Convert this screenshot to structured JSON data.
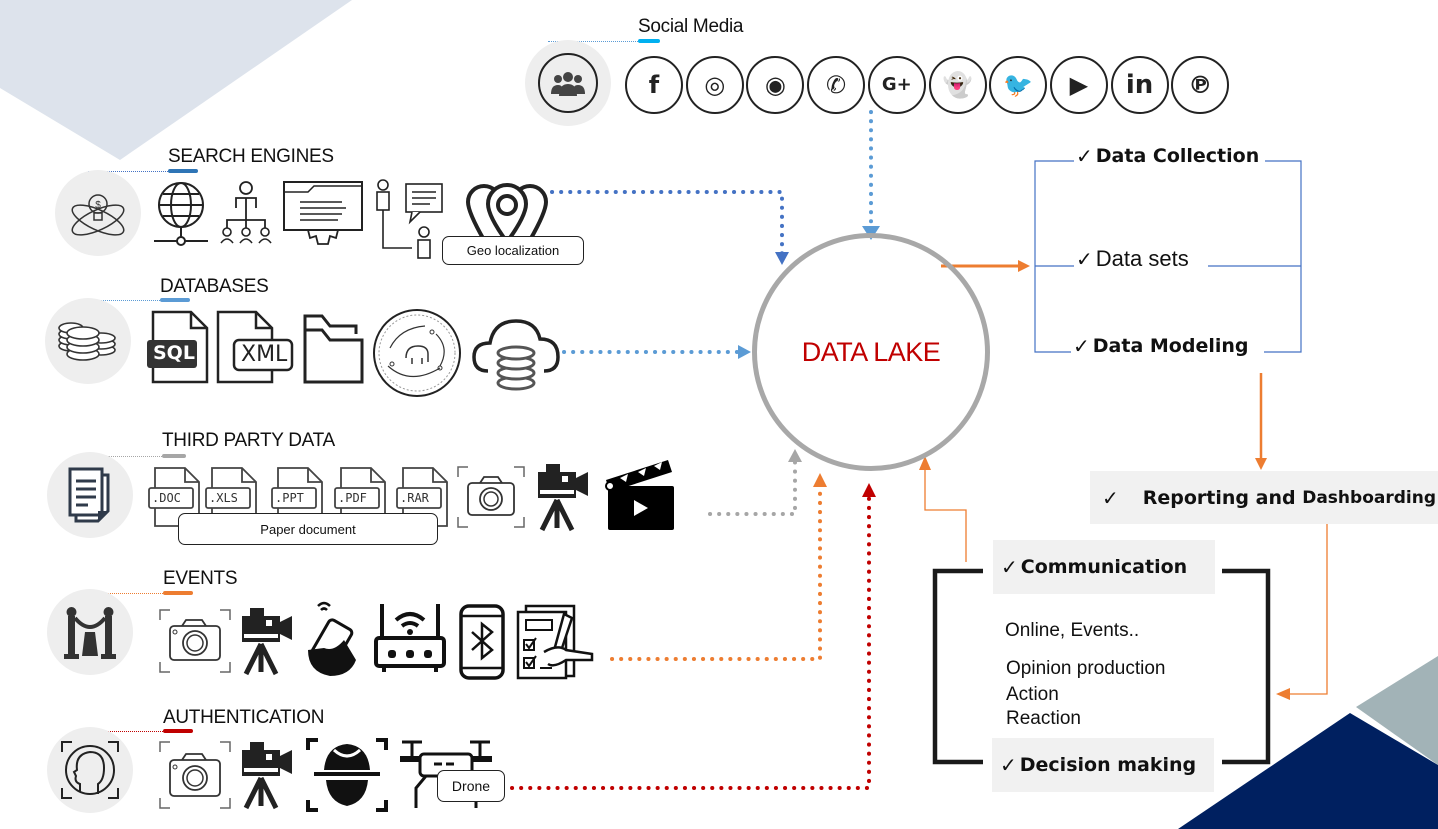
{
  "colors": {
    "search_blue": "#4472c4",
    "light_blue": "#5b9bd5",
    "gray": "#a6a6a6",
    "orange": "#ed7d31",
    "red": "#c00000",
    "navy": "#002060",
    "slate": "#a2b3b7",
    "pale": "#dde3ec"
  },
  "social_media": {
    "title": "Social Media",
    "icons": [
      "facebook-icon",
      "instagram-icon",
      "chrome-icon",
      "whatsapp-icon",
      "google-plus-icon",
      "snapchat-icon",
      "twitter-icon",
      "youtube-icon",
      "linkedin-icon",
      "pinterest-icon"
    ],
    "glyphs": [
      "f",
      "◎",
      "◉",
      "✆",
      "G+",
      "👻",
      "🐦",
      "▶",
      "in",
      "℗"
    ]
  },
  "sections": {
    "search": {
      "title": "SEARCH ENGINES",
      "box_label": "Geo localization"
    },
    "databases": {
      "title": "DATABASES",
      "sql": "SQL",
      "xml": "XML"
    },
    "third_party": {
      "title": "THIRD PARTY DATA",
      "box_label": "Paper document",
      "files": [
        ".DOC",
        ".XLS",
        ".PPT",
        ".PDF",
        ".RAR"
      ]
    },
    "events": {
      "title": "EVENTS"
    },
    "authentication": {
      "title": "AUTHENTICATION",
      "box_label": "Drone"
    }
  },
  "center": {
    "label": "DATA LAKE"
  },
  "pipeline": {
    "check": "✓",
    "data_collection": "Data Collection",
    "data_sets": "Data sets",
    "data_modeling": "Data Modeling",
    "reporting_a": "Reporting and ",
    "reporting_b": "Dashboarding"
  },
  "cycle": {
    "communication": "Communication",
    "line1": "Online, Events..",
    "line2": "Opinion production",
    "line3": "Action",
    "line4": "Reaction",
    "decision": "Decision making"
  }
}
